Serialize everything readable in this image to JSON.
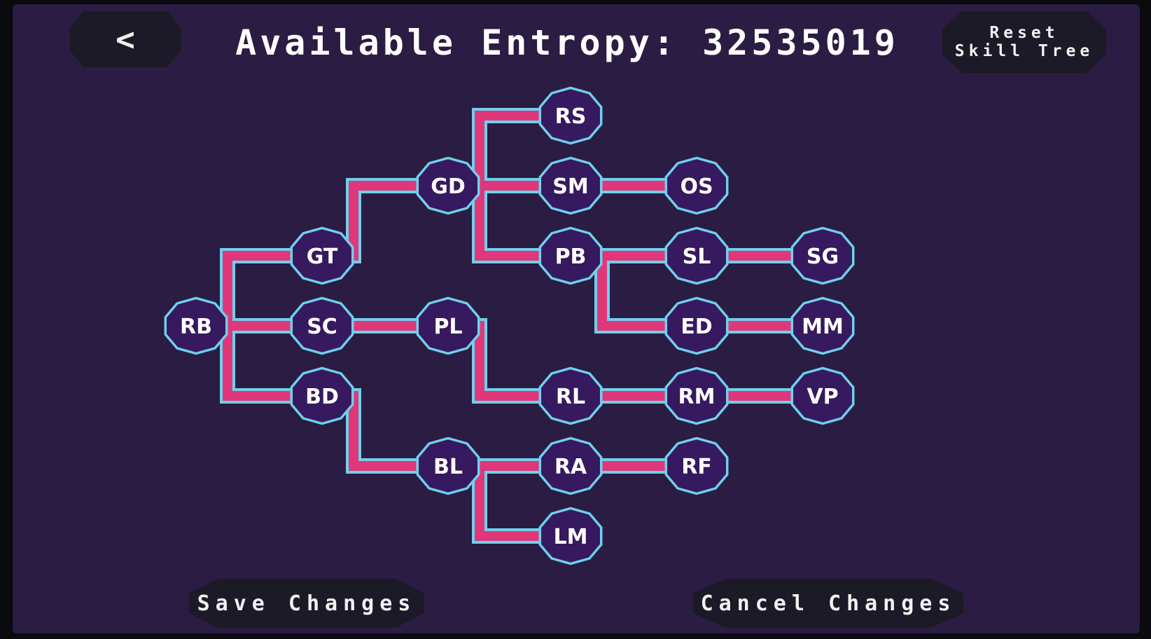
{
  "header": {
    "back_label": "<",
    "entropy_label": "Available Entropy:",
    "entropy_value": "32535019",
    "reset_line1": "Reset",
    "reset_line2": "Skill Tree"
  },
  "footer": {
    "save_label": "Save Changes",
    "cancel_label": "Cancel Changes"
  },
  "colors": {
    "background": "#2a1c42",
    "node_fill": "#36195e",
    "node_border": "#6fd0ea",
    "link_fill": "#e0377a",
    "button_fill": "#1c1a26"
  },
  "skill_tree": {
    "nodes": [
      {
        "id": "RS",
        "label": "RS",
        "col": 3,
        "row": 0
      },
      {
        "id": "GD",
        "label": "GD",
        "col": 2,
        "row": 1
      },
      {
        "id": "SM",
        "label": "SM",
        "col": 3,
        "row": 1
      },
      {
        "id": "OS",
        "label": "OS",
        "col": 4,
        "row": 1
      },
      {
        "id": "GT",
        "label": "GT",
        "col": 1,
        "row": 2
      },
      {
        "id": "PB",
        "label": "PB",
        "col": 3,
        "row": 2
      },
      {
        "id": "SL",
        "label": "SL",
        "col": 4,
        "row": 2
      },
      {
        "id": "SG",
        "label": "SG",
        "col": 5,
        "row": 2
      },
      {
        "id": "RB",
        "label": "RB",
        "col": 0,
        "row": 3
      },
      {
        "id": "SC",
        "label": "SC",
        "col": 1,
        "row": 3
      },
      {
        "id": "PL",
        "label": "PL",
        "col": 2,
        "row": 3
      },
      {
        "id": "ED",
        "label": "ED",
        "col": 4,
        "row": 3
      },
      {
        "id": "MM",
        "label": "MM",
        "col": 5,
        "row": 3
      },
      {
        "id": "BD",
        "label": "BD",
        "col": 1,
        "row": 4
      },
      {
        "id": "RL",
        "label": "RL",
        "col": 3,
        "row": 4
      },
      {
        "id": "RM",
        "label": "RM",
        "col": 4,
        "row": 4
      },
      {
        "id": "VP",
        "label": "VP",
        "col": 5,
        "row": 4
      },
      {
        "id": "BL",
        "label": "BL",
        "col": 2,
        "row": 5
      },
      {
        "id": "RA",
        "label": "RA",
        "col": 3,
        "row": 5
      },
      {
        "id": "RF",
        "label": "RF",
        "col": 4,
        "row": 5
      },
      {
        "id": "LM",
        "label": "LM",
        "col": 3,
        "row": 6
      }
    ],
    "links": [
      [
        "RB",
        "SC"
      ],
      [
        "RB",
        "GT"
      ],
      [
        "RB",
        "BD"
      ],
      [
        "GT",
        "GD"
      ],
      [
        "SC",
        "PL"
      ],
      [
        "BD",
        "BL"
      ],
      [
        "GD",
        "RS"
      ],
      [
        "GD",
        "SM"
      ],
      [
        "GD",
        "PB"
      ],
      [
        "SM",
        "OS"
      ],
      [
        "PB",
        "SL"
      ],
      [
        "PB",
        "ED"
      ],
      [
        "SL",
        "SG"
      ],
      [
        "ED",
        "MM"
      ],
      [
        "PL",
        "RL"
      ],
      [
        "RL",
        "RM"
      ],
      [
        "RM",
        "VP"
      ],
      [
        "BL",
        "RA"
      ],
      [
        "BL",
        "LM"
      ],
      [
        "RA",
        "RF"
      ]
    ]
  }
}
